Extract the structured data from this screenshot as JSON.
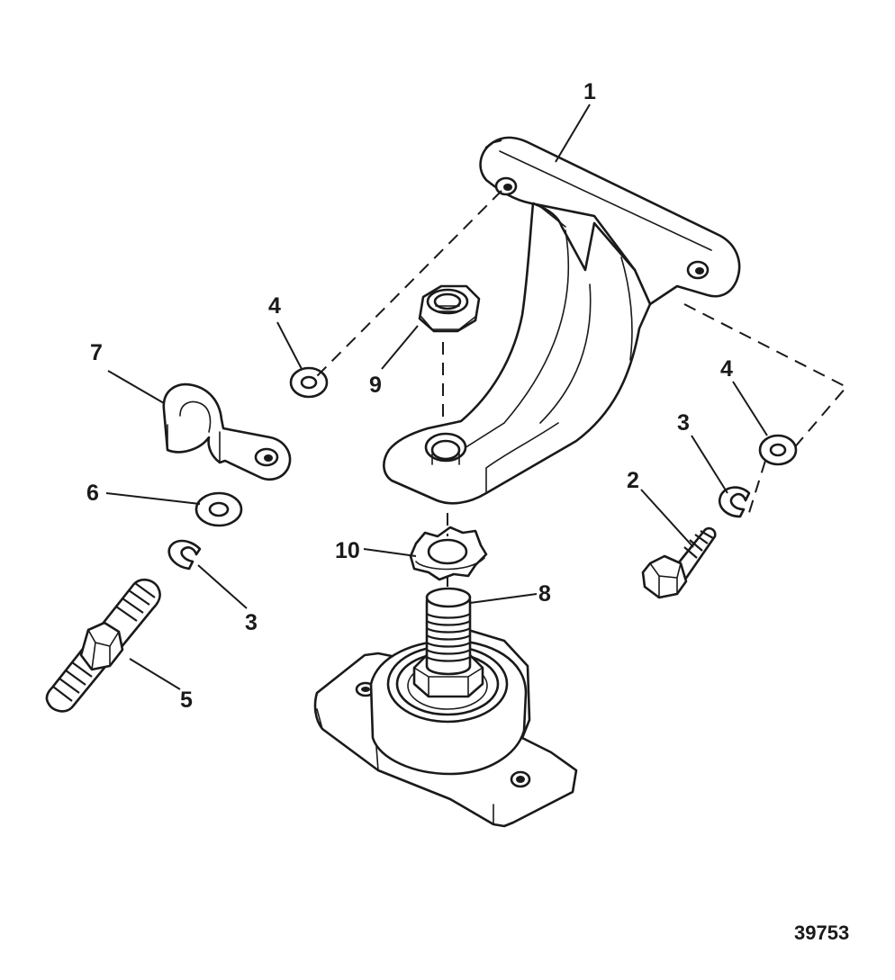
{
  "diagram": {
    "figure_number": "39753",
    "callouts": {
      "c1": "1",
      "c2": "2",
      "c3a": "3",
      "c3b": "3",
      "c4a": "4",
      "c4b": "4",
      "c5": "5",
      "c6": "6",
      "c7": "7",
      "c8": "8",
      "c9": "9",
      "c10": "10"
    }
  }
}
